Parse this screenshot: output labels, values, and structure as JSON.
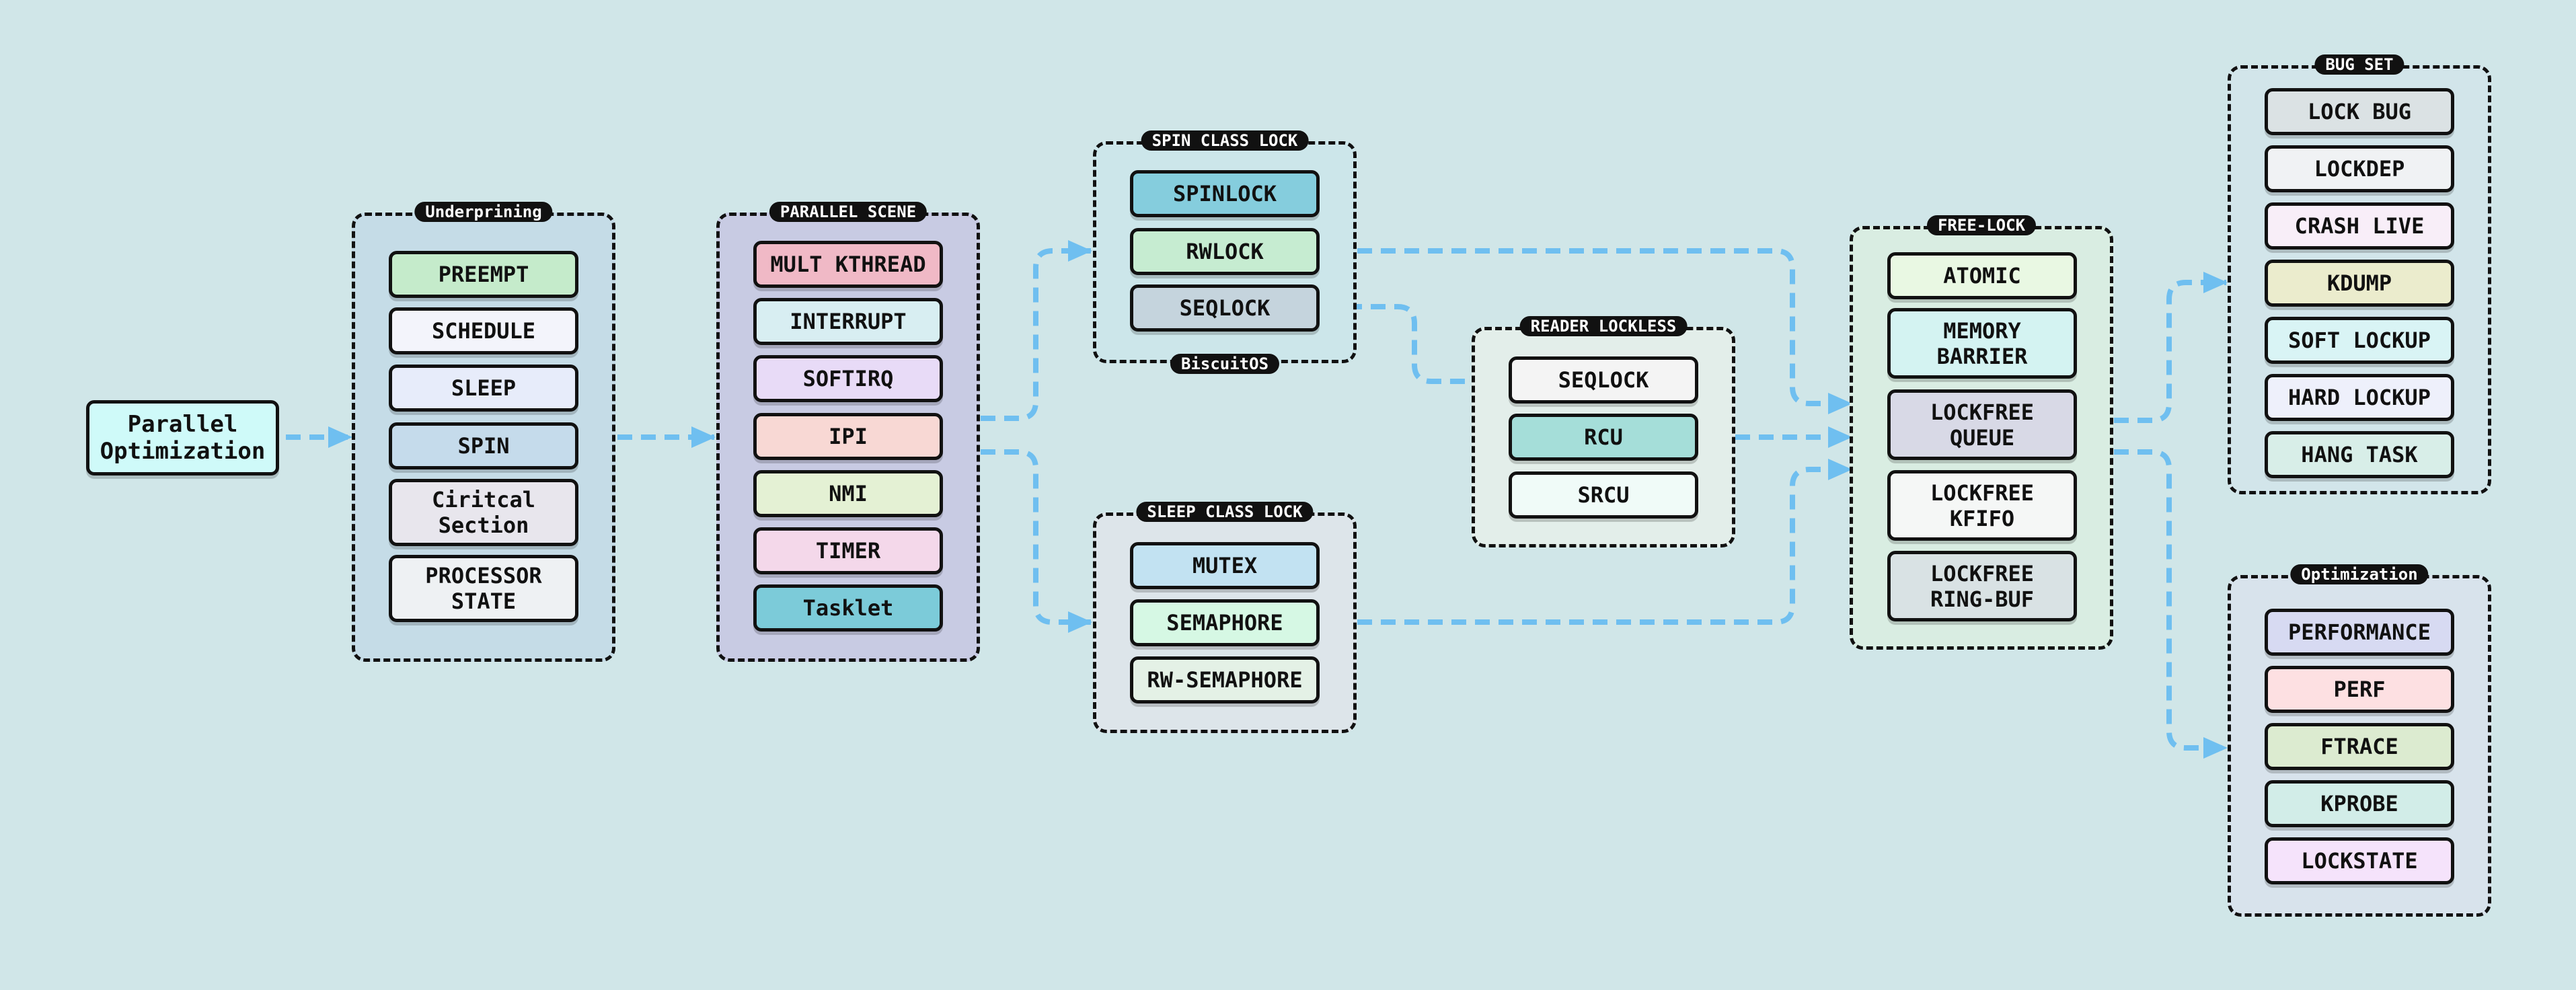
{
  "colors": {
    "background": "#d0e6e8",
    "wire": "#6fbff0",
    "border": "#111111"
  },
  "root": {
    "label": "Parallel\nOptimization",
    "color": "#cffaf9"
  },
  "groups": [
    {
      "id": "underpining",
      "title": "Underprining",
      "bg": "#c5dce7",
      "items": [
        {
          "label": "PREEMPT",
          "color": "#c5ebcb"
        },
        {
          "label": "SCHEDULE",
          "color": "#f3f4fb"
        },
        {
          "label": "SLEEP",
          "color": "#e7ecfa"
        },
        {
          "label": "SPIN",
          "color": "#c5dbeb"
        },
        {
          "label": "Ciritcal\nSection",
          "color": "#e8e6ed"
        },
        {
          "label": "PROCESSOR\nSTATE",
          "color": "#eef1f3"
        }
      ]
    },
    {
      "id": "parallel-scene",
      "title": "PARALLEL SCENE",
      "bg": "#c8cbe3",
      "items": [
        {
          "label": "MULT KTHREAD",
          "color": "#f0b9c6"
        },
        {
          "label": "INTERRUPT",
          "color": "#d8eef2"
        },
        {
          "label": "SOFTIRQ",
          "color": "#e8dbf7"
        },
        {
          "label": "IPI",
          "color": "#f8d8d4"
        },
        {
          "label": "NMI",
          "color": "#e4f1d4"
        },
        {
          "label": "TIMER",
          "color": "#f4d8ea"
        },
        {
          "label": "Tasklet",
          "color": "#7ccbd9"
        }
      ]
    },
    {
      "id": "spin-class-lock",
      "title": "SPIN CLASS LOCK",
      "bottom_title": "BiscuitOS",
      "bg": "#cce6ea",
      "items": [
        {
          "label": "SPINLOCK",
          "color": "#85cddd"
        },
        {
          "label": "RWLOCK",
          "color": "#c6ecd1"
        },
        {
          "label": "SEQLOCK",
          "color": "#c5d4dd"
        }
      ]
    },
    {
      "id": "sleep-class-lock",
      "title": "SLEEP CLASS LOCK",
      "bg": "#dde5ea",
      "items": [
        {
          "label": "MUTEX",
          "color": "#c2e2f2"
        },
        {
          "label": "SEMAPHORE",
          "color": "#d6f8e4"
        },
        {
          "label": "RW-SEMAPHORE",
          "color": "#e4f1e6"
        }
      ]
    },
    {
      "id": "reader-lockless",
      "title": "READER LOCKLESS",
      "bg": "#e3eeea",
      "items": [
        {
          "label": "SEQLOCK",
          "color": "#f4f4f4"
        },
        {
          "label": "RCU",
          "color": "#a5ded9"
        },
        {
          "label": "SRCU",
          "color": "#f0fbf8"
        }
      ]
    },
    {
      "id": "free-lock",
      "title": "FREE-LOCK",
      "bg": "#d9ede2",
      "items": [
        {
          "label": "ATOMIC",
          "color": "#e9f8e3"
        },
        {
          "label": "MEMORY\nBARRIER",
          "color": "#d4f3f2"
        },
        {
          "label": "LOCKFREE\nQUEUE",
          "color": "#d8d9e6"
        },
        {
          "label": "LOCKFREE\nKFIFO",
          "color": "#f5f7f6"
        },
        {
          "label": "LOCKFREE\nRING-BUF",
          "color": "#d9e2e4"
        }
      ]
    },
    {
      "id": "bug-set",
      "title": "BUG SET",
      "bg": "#d2e5ea",
      "items": [
        {
          "label": "LOCK BUG",
          "color": "#dbe2e4"
        },
        {
          "label": "LOCKDEP",
          "color": "#f0f2f4"
        },
        {
          "label": "CRASH LIVE",
          "color": "#f8eef8"
        },
        {
          "label": "KDUMP",
          "color": "#ebeccd"
        },
        {
          "label": "SOFT LOCKUP",
          "color": "#d9f4f5"
        },
        {
          "label": "HARD LOCKUP",
          "color": "#eef0fb"
        },
        {
          "label": "HANG TASK",
          "color": "#d8eee8"
        }
      ]
    },
    {
      "id": "optimization",
      "title": "Optimization",
      "bg": "#d8e3ec",
      "items": [
        {
          "label": "PERFORMANCE",
          "color": "#d7daf2"
        },
        {
          "label": "PERF",
          "color": "#fde0e2"
        },
        {
          "label": "FTRACE",
          "color": "#dcebd0"
        },
        {
          "label": "KPROBE",
          "color": "#d2ede8"
        },
        {
          "label": "LOCKSTATE",
          "color": "#f5e3fb"
        }
      ]
    }
  ]
}
